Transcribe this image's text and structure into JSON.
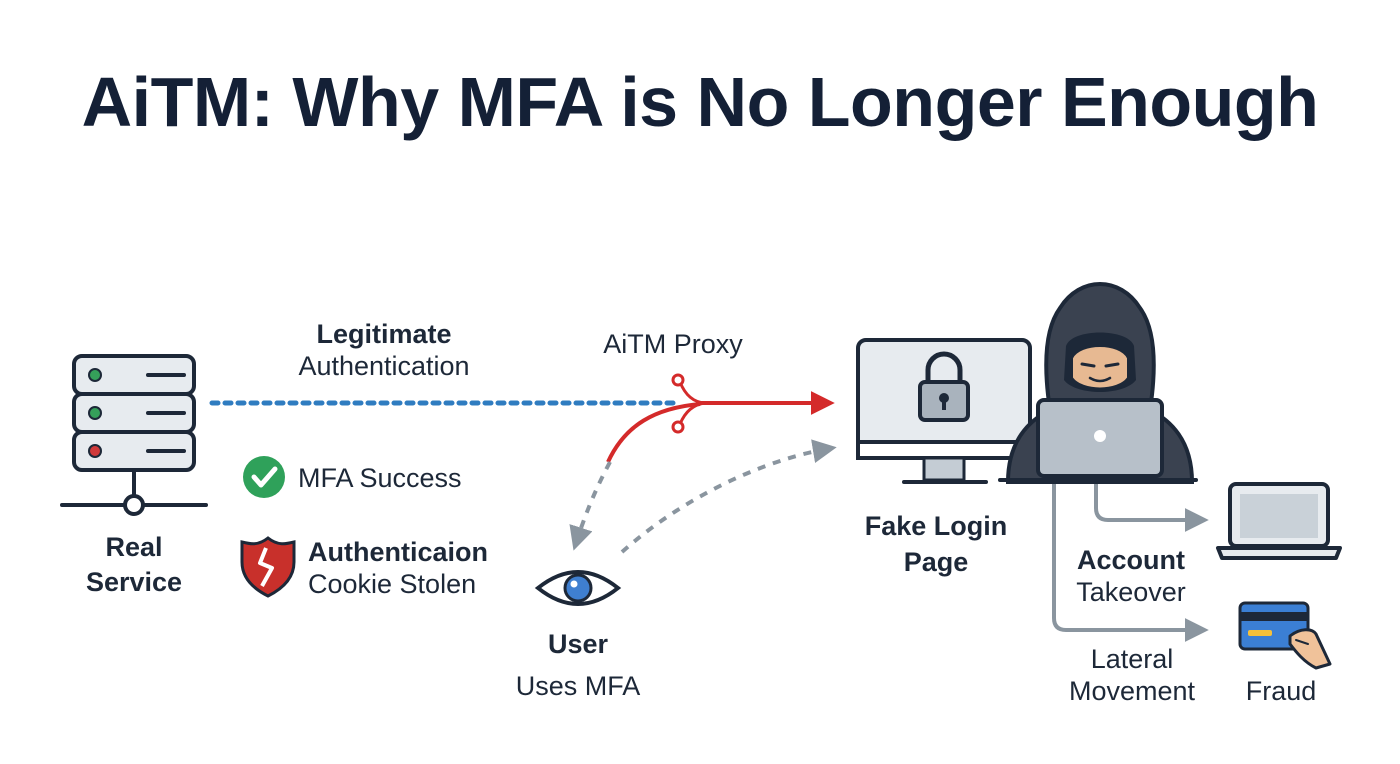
{
  "title": "AiTM: Why MFA is No Longer Enough",
  "labels": {
    "legit_bold": "Legitimate",
    "legit_sub": "Authentication",
    "proxy": "AiTM Proxy",
    "mfa_success": "MFA Success",
    "cookie_bold": "Authenticaion",
    "cookie_sub": "Cookie Stolen",
    "real_service_1": "Real",
    "real_service_2": "Service",
    "user_bold": "User",
    "user_sub": "Uses MFA",
    "fake_login_1": "Fake Login",
    "fake_login_2": "Page",
    "takeover_bold": "Account",
    "takeover_sub": "Takeover",
    "lateral_1": "Lateral",
    "lateral_2": "Movement",
    "fraud": "Fraud"
  },
  "icons": [
    "server-icon",
    "check-circle-icon",
    "broken-heart-shield-icon",
    "eye-icon",
    "monitor-lock-icon",
    "hacker-icon",
    "laptop-icon",
    "credit-card-hand-icon"
  ],
  "colors": {
    "title": "#142036",
    "legit_flow": "#2f7cc0",
    "attack_flow": "#d42a2a",
    "user_flow": "#8a959f",
    "success": "#2fa15a",
    "broken_shield": "#c8302b"
  }
}
